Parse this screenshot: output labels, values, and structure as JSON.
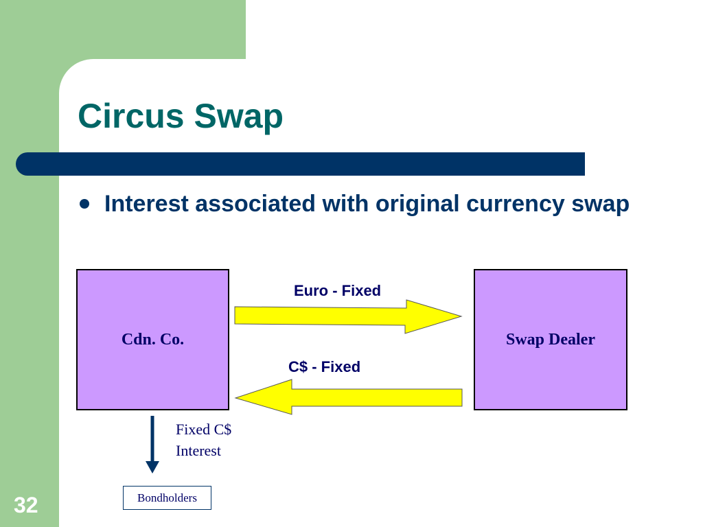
{
  "slide": {
    "title": "Circus Swap",
    "bullet": "Interest associated with original currency swap",
    "page_number": "32"
  },
  "diagram": {
    "left_party": "Cdn. Co.",
    "right_party": "Swap Dealer",
    "top_flow_label": "Euro - Fixed",
    "bottom_flow_label": "C$ - Fixed",
    "interest_note": [
      "Fixed C$",
      "Interest"
    ],
    "bondholders": "Bondholders"
  },
  "colors": {
    "green": "#9ecd96",
    "title": "#006666",
    "bar": "#003366",
    "box_fill": "#cc99ff",
    "arrow_fill": "#ffff00"
  }
}
